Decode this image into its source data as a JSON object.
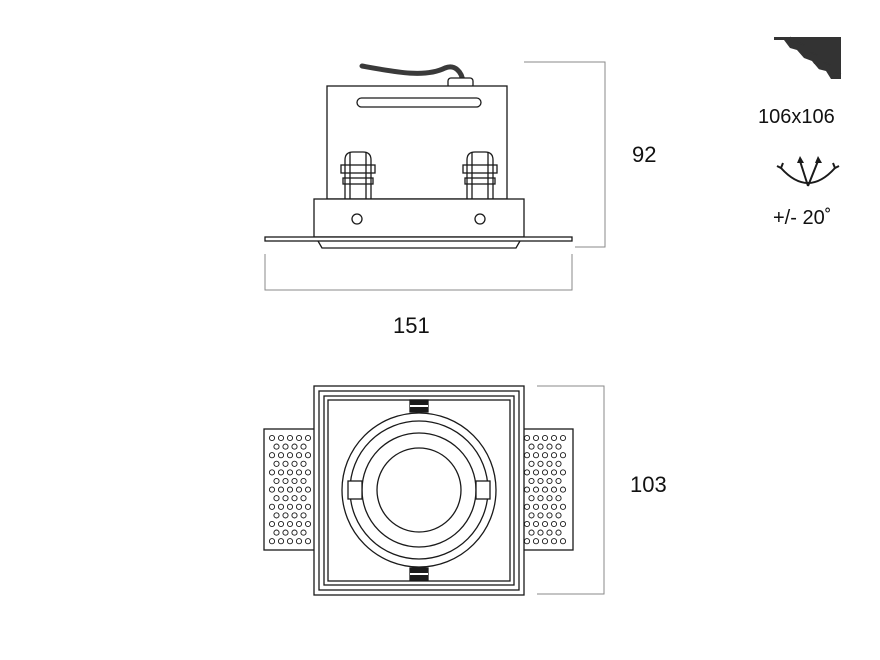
{
  "dimensions": {
    "side_height": "92",
    "side_width": "151",
    "top_height": "103"
  },
  "specs": {
    "cutout": "106x106",
    "tilt": "+/- 20˚"
  },
  "icons": {
    "cutout_icon": "ceiling-cutout-icon",
    "tilt_icon": "tilt-arrows-icon"
  },
  "colors": {
    "line": "#1a1a1a",
    "dimension_line": "#8a8a8a",
    "icon_fill": "#333333"
  }
}
